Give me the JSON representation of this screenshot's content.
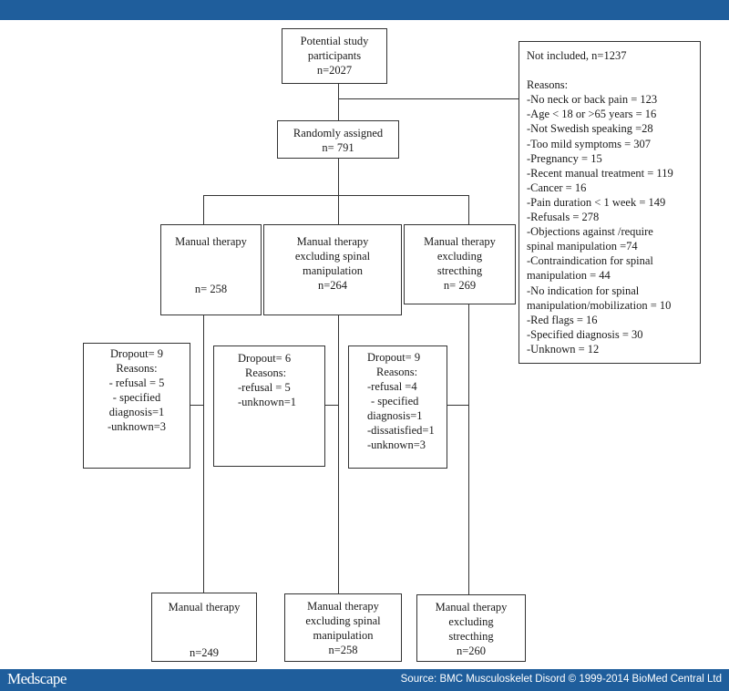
{
  "header": {},
  "footer": {
    "brand": "Medscape",
    "source": "Source: BMC Musculoskelet Disord © 1999-2014 BioMed Central Ltd"
  },
  "flowchart": {
    "potential": {
      "lines": [
        "Potential study",
        "participants",
        "n=2027"
      ]
    },
    "excluded": {
      "title": "Not included, n=1237",
      "reasons_label": "Reasons:",
      "reasons": [
        "-No neck or back pain = 123",
        "-Age < 18 or >65 years = 16",
        "-Not Swedish speaking =28",
        "-Too mild symptoms = 307",
        "-Pregnancy = 15",
        "-Recent manual treatment = 119",
        "-Cancer = 16",
        "-Pain duration < 1 week = 149",
        "-Refusals = 278",
        "-Objections against /require",
        "spinal manipulation =74",
        "-Contraindication for spinal",
        "manipulation = 44",
        "-No indication for spinal",
        "manipulation/mobilization = 10",
        "-Red flags = 16",
        "-Specified diagnosis = 30",
        "-Unknown = 12"
      ]
    },
    "randomized": {
      "lines": [
        "Randomly assigned",
        "n= 791"
      ]
    },
    "arms": [
      {
        "lines": [
          "Manual therapy"
        ],
        "n": "n= 258"
      },
      {
        "lines": [
          "Manual therapy",
          "excluding spinal",
          "manipulation"
        ],
        "n": "n=264"
      },
      {
        "lines": [
          "Manual therapy",
          "excluding",
          "strecthing"
        ],
        "n": "n= 269"
      }
    ],
    "dropouts": [
      {
        "lines": [
          "Dropout= 9",
          "Reasons:",
          "- refusal = 5",
          "- specified",
          "diagnosis=1",
          "-unknown=3"
        ]
      },
      {
        "lines": [
          "Dropout= 6",
          "Reasons:",
          "-refusal = 5",
          "-unknown=1"
        ]
      },
      {
        "lines": [
          "Dropout= 9",
          "Reasons:",
          "-refusal =4",
          "- specified",
          "diagnosis=1",
          "-dissatisfied=1",
          "-unknown=3"
        ]
      }
    ],
    "finals": [
      {
        "lines": [
          "Manual therapy"
        ],
        "n": "n=249"
      },
      {
        "lines": [
          "Manual therapy",
          "excluding spinal",
          "manipulation"
        ],
        "n": "n=258"
      },
      {
        "lines": [
          "Manual therapy",
          "excluding",
          "strecthing"
        ],
        "n": "n=260"
      }
    ]
  }
}
